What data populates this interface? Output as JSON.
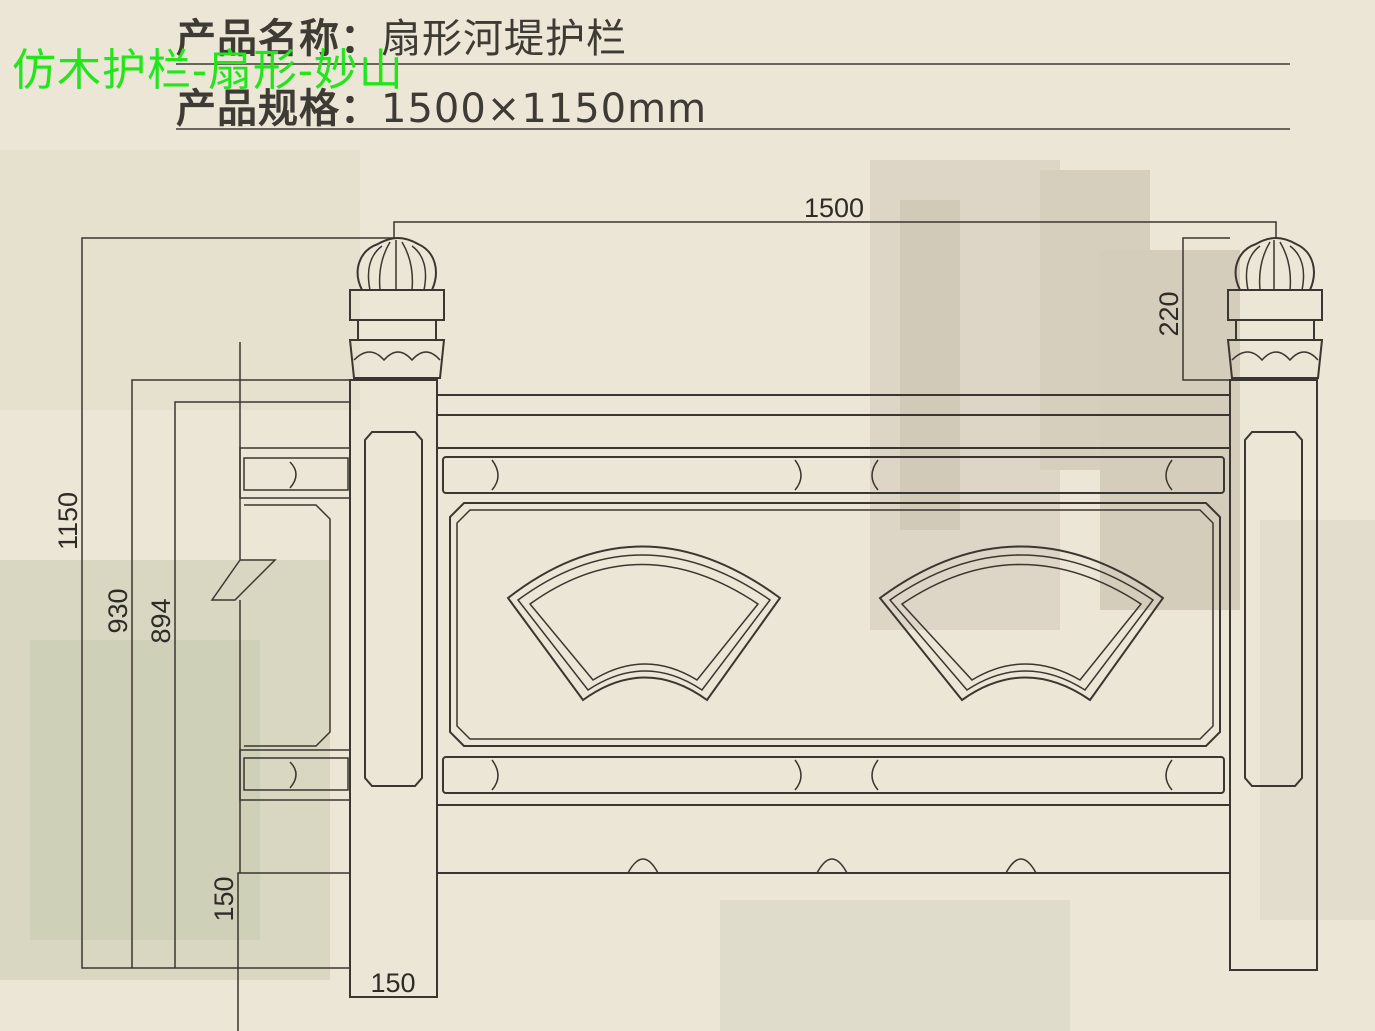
{
  "header": {
    "name_label": "产品名称：",
    "name_value": "扇形河堤护栏",
    "spec_label": "产品规格：",
    "spec_value": "1500×1150mm"
  },
  "watermark": "仿木护栏-扇形-妙山",
  "dimensions": {
    "total_width": "1500",
    "finial_height": "220",
    "total_height": "1150",
    "height_930": "930",
    "height_894": "894",
    "base_height": "150",
    "post_width": "150"
  },
  "colors": {
    "background": "#ebe6d6",
    "line": "#3a3630",
    "watermark": "#22e61a"
  }
}
